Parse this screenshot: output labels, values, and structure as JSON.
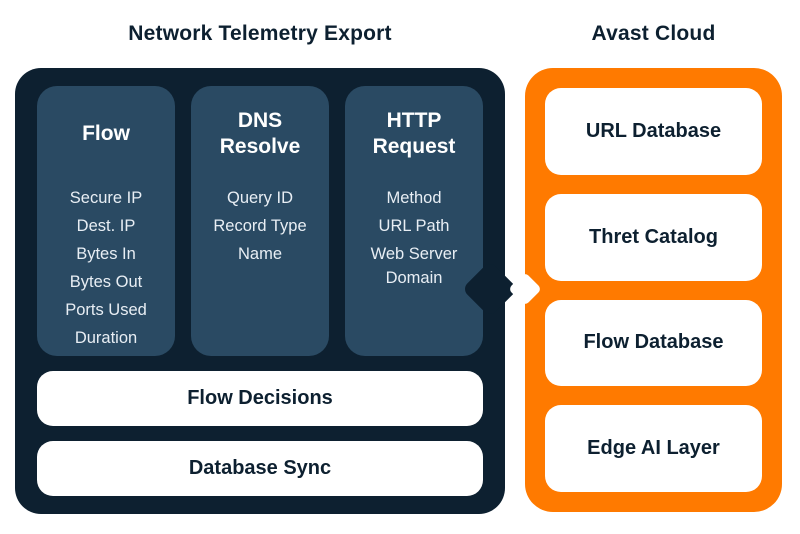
{
  "titles": {
    "left": "Network Telemetry Export",
    "right": "Avast Cloud"
  },
  "telemetry_panel": {
    "columns": [
      {
        "header": "Flow",
        "items": [
          "Secure IP",
          "Dest. IP",
          "Bytes In",
          "Bytes Out",
          "Ports Used",
          "Duration"
        ]
      },
      {
        "header": "DNS Resolve",
        "items": [
          "Query ID",
          "Record Type",
          "Name"
        ]
      },
      {
        "header": "HTTP Request",
        "items": [
          "Method",
          "URL Path",
          "Web Server Domain"
        ]
      }
    ],
    "bars": [
      "Flow Decisions",
      "Database Sync"
    ]
  },
  "cloud_panel": {
    "boxes": [
      "URL Database",
      "Thret Catalog",
      "Flow Database",
      "Edge AI Layer"
    ]
  },
  "colors": {
    "navy": "#0d2030",
    "slate": "#2a4a63",
    "orange": "#ff7a00",
    "item_text": "#e8eef4",
    "background": "#ffffff"
  }
}
